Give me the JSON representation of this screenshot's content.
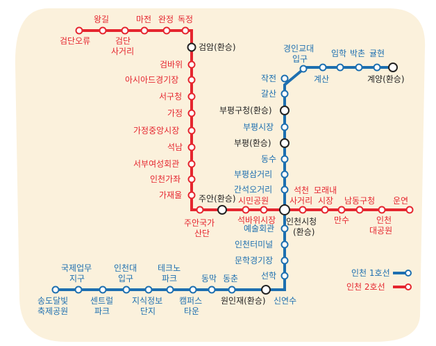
{
  "colors": {
    "background": "#fbf1dc",
    "line1": "#1d6fb0",
    "line2": "#e5262f",
    "transfer": "#222222"
  },
  "legend": {
    "line1": "인천 1호선",
    "line2": "인천 2호선"
  },
  "line2_stations": [
    "검단오류",
    "왕길",
    "검단사거리",
    "마전",
    "완정",
    "독정",
    "검암(환승)",
    "검바위",
    "아시아드경기장",
    "서구청",
    "가정",
    "가정중앙시장",
    "석남",
    "서부여성회관",
    "인천가좌",
    "가재울",
    "주안국가산단",
    "주안(환승)",
    "시민공원",
    "석바위시장",
    "인천시청(환승)",
    "석천사거리",
    "모래내시장",
    "만수",
    "남동구청",
    "인천대공원",
    "운연"
  ],
  "line1_stations": [
    "계양(환승)",
    "귤현",
    "박촌",
    "임학",
    "계산",
    "경인교대입구",
    "작전",
    "갈산",
    "부평구청(환승)",
    "부평시장",
    "부평(환승)",
    "동수",
    "부평삼거리",
    "간석오거리",
    "인천시청(환승)",
    "예술회관",
    "인천터미널",
    "문학경기장",
    "선학",
    "신연수",
    "원인재(환승)",
    "동춘",
    "동막",
    "캠퍼스타운",
    "테크노파크",
    "지식정보단지",
    "인천대입구",
    "센트럴파크",
    "국제업무지구",
    "송도달빛축제공원"
  ],
  "labels": {
    "geomdan_oryu": "검단오류",
    "wanggil": "왕길",
    "geomdan_sageori_1": "검단",
    "geomdan_sageori_2": "사거리",
    "majeon": "마전",
    "wanjeong": "완정",
    "dokjeong": "독정",
    "geomam": "검암(환승)",
    "geombawi": "검바위",
    "asiad": "아시아드경기장",
    "seogu": "서구청",
    "gajeong": "가정",
    "gajeong_market": "가정중앙시장",
    "seoknam": "석남",
    "seobu_women": "서부여성회관",
    "incheon_gajwa": "인천가좌",
    "gajaeul": "가재울",
    "juan_industrial_1": "주안국가",
    "juan_industrial_2": "산단",
    "juan": "주안(환승)",
    "citizens_park": "시민공원",
    "seokbawi": "석바위시장",
    "city_hall_1": "인천시청",
    "city_hall_2": "(환승)",
    "seokcheon_1": "석천",
    "seokcheon_2": "사거리",
    "moraenae_1": "모래내",
    "moraenae_2": "시장",
    "mansu": "만수",
    "namdong": "남동구청",
    "grand_park_1": "인천",
    "grand_park_2": "대공원",
    "unyeon": "운연",
    "gyeyang": "계양(환승)",
    "gyulhyeon": "귤현",
    "bakchon": "박촌",
    "imhak": "임학",
    "gyesan": "계산",
    "gyeongin_1": "경인교대",
    "gyeongin_2": "입구",
    "jakjeon": "작전",
    "galsan": "갈산",
    "bupyeong_gu": "부평구청(환승)",
    "bupyeong_market": "부평시장",
    "bupyeong": "부평(환승)",
    "dongsu": "동수",
    "bupyeong_samgeori": "부평삼거리",
    "ganseok": "간석오거리",
    "arts_center": "예술회관",
    "terminal": "인천터미널",
    "munhak": "문학경기장",
    "seonhak": "선학",
    "sinyeonsu": "신연수",
    "woninjae": "원인재(환승)",
    "dongchun": "동춘",
    "dongmak": "동막",
    "campus_1": "캠퍼스",
    "campus_2": "타운",
    "techno_1": "테크노",
    "techno_2": "파크",
    "jisik_1": "지식정보",
    "jisik_2": "단지",
    "incheon_univ_1": "인천대",
    "incheon_univ_2": "입구",
    "central_1": "센트럴",
    "central_2": "파크",
    "intl_1": "국제업무",
    "intl_2": "지구",
    "songdo_1": "송도달빛",
    "songdo_2": "축제공원"
  }
}
